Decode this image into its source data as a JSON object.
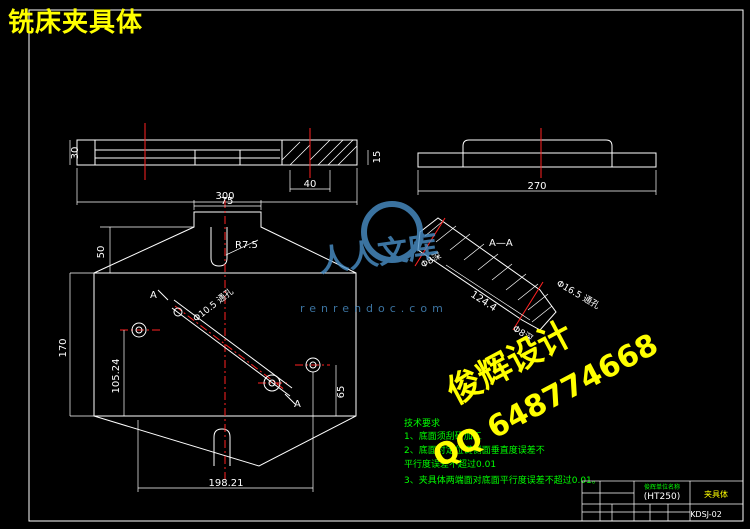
{
  "header": {
    "title": "铣床夹具体"
  },
  "colors": {
    "background": "#000000",
    "outline": "#ffffff",
    "center": "#ff2222",
    "dimension": "#ffffff",
    "hatch": "#ffffff",
    "notes": "#00ff00",
    "overlay": "#ffff00",
    "watermark": "#4a90c8"
  },
  "dimensions": {
    "thickness_30": "30",
    "offset_15": "15",
    "width_40": "40",
    "length_300": "300",
    "length_270": "270",
    "top_75": "75",
    "left_50": "50",
    "radius_r75": "R7.5",
    "height_170": "170",
    "pos_10524": "105.24",
    "pos_65": "65",
    "width_19821": "198.21",
    "hole_a": "Φ10.5 通孔",
    "hole_b": "Φ16.5 通孔",
    "depth_b": "Φ8深",
    "dist_1244": "124.4",
    "hole_c": "Φ8深",
    "section_label": "A—A",
    "arrow_a1": "A",
    "arrow_a2": "A"
  },
  "notes": {
    "heading": "技术要求",
    "line1": "1、底面须刮研加工",
    "line2": "2、底面对定位键侧面垂直度误差不",
    "line3": "平行度误差不超过0.01",
    "line4": "3、夹具体两端面对底面平行度误差不超过0.01。"
  },
  "overlay": {
    "designer": "俊辉设计",
    "qq": "QQ 648774668"
  },
  "watermark": {
    "logo": "人人文库",
    "site": "renrendoc.com"
  },
  "title_block": {
    "material_label": "(HT250)",
    "part_name": "夹具体",
    "drawing_no": "KDSJ-02",
    "header_small": "俊辉单位名称"
  }
}
